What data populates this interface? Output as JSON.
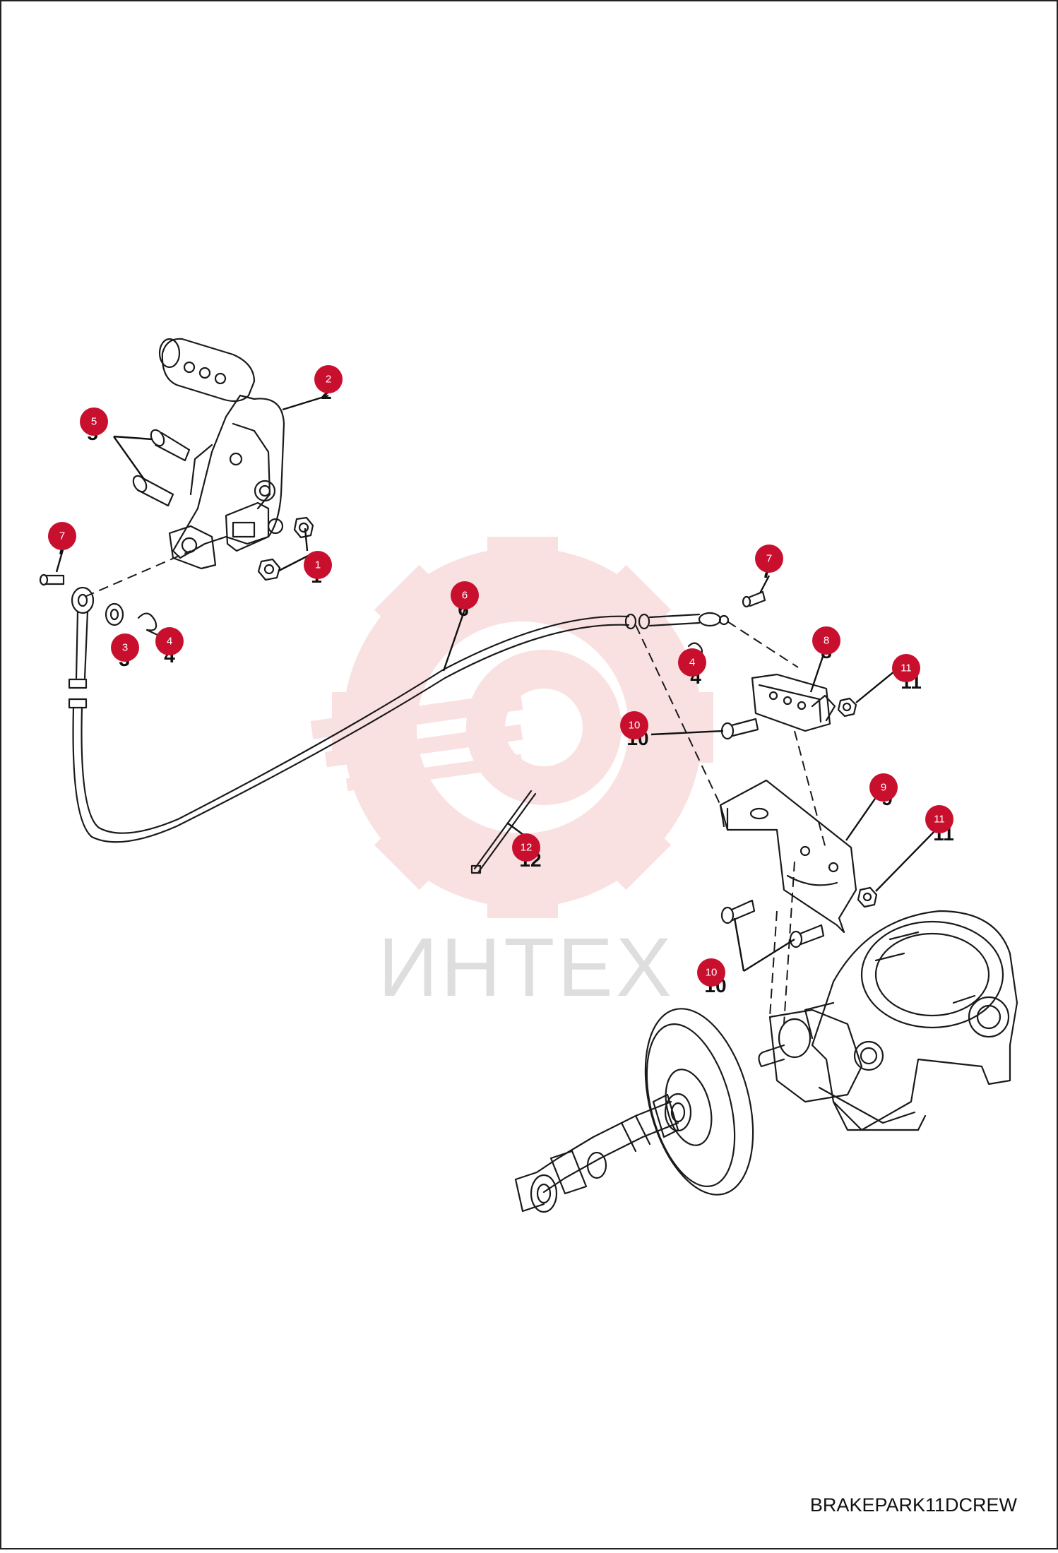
{
  "diagram_code": "BRAKEPARK11DCREW",
  "watermark_text": "ИНТЕХ",
  "colors": {
    "marker": "#c8102e",
    "line": "#1a1a1a",
    "watermark": "#f2b8b8"
  },
  "parts": [
    {
      "num": "1",
      "label": "1"
    },
    {
      "num": "2",
      "label": "2"
    },
    {
      "num": "3",
      "label": "3"
    },
    {
      "num": "4",
      "label": "4"
    },
    {
      "num": "5",
      "label": "5"
    },
    {
      "num": "6",
      "label": "6"
    },
    {
      "num": "7",
      "label": "7"
    },
    {
      "num": "8",
      "label": "8"
    },
    {
      "num": "9",
      "label": "9"
    },
    {
      "num": "10",
      "label": "10"
    },
    {
      "num": "11",
      "label": "11"
    },
    {
      "num": "12",
      "label": "12"
    }
  ]
}
